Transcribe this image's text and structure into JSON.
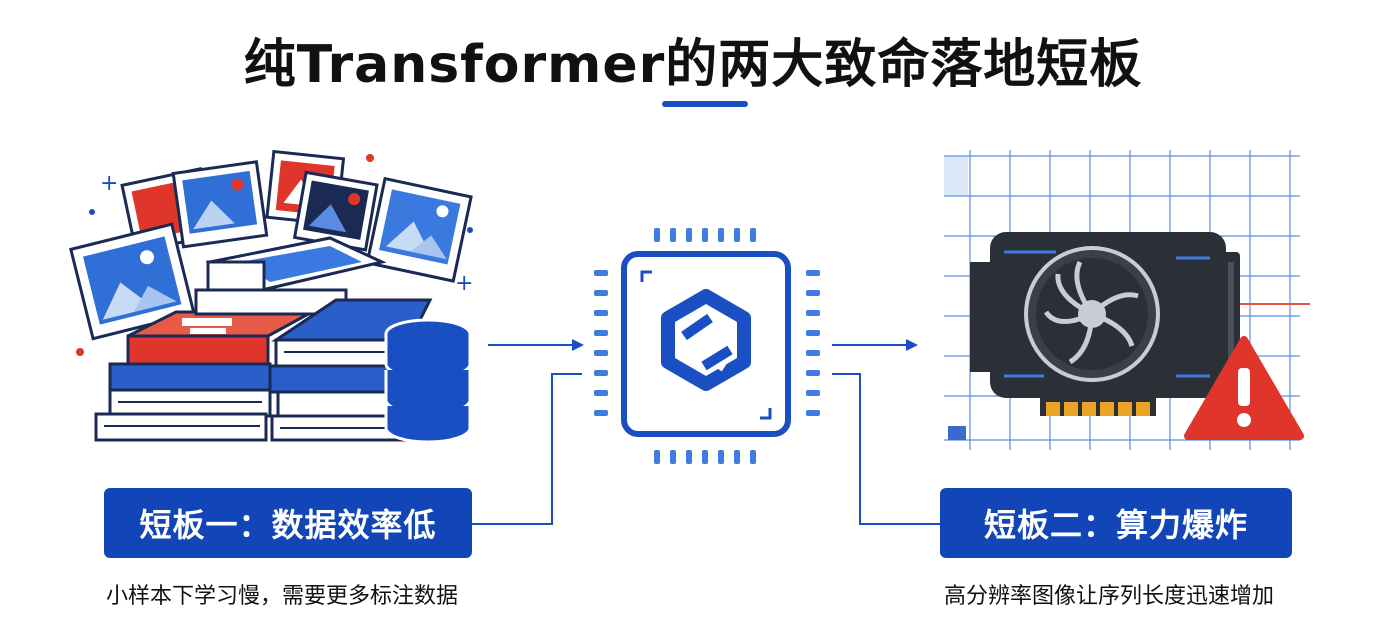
{
  "title": "纯Transformer的两大致命落地短板",
  "left": {
    "badge": "短板一：数据效率低",
    "caption": "小样本下学习慢，需要更多标注数据",
    "icons": [
      "image-stack-icon",
      "book-stack-icon",
      "database-icon"
    ]
  },
  "center": {
    "icon": "transformer-chip-icon"
  },
  "right": {
    "badge": "短板二：算力爆炸",
    "caption": "高分辨率图像让序列长度迅速增加",
    "icons": [
      "grid-icon",
      "gpu-card-icon",
      "warning-icon"
    ]
  },
  "colors": {
    "primary_blue": "#1246b8",
    "accent_red": "#e0352b",
    "dark_gray": "#2b2f36",
    "gold": "#e9a526"
  }
}
